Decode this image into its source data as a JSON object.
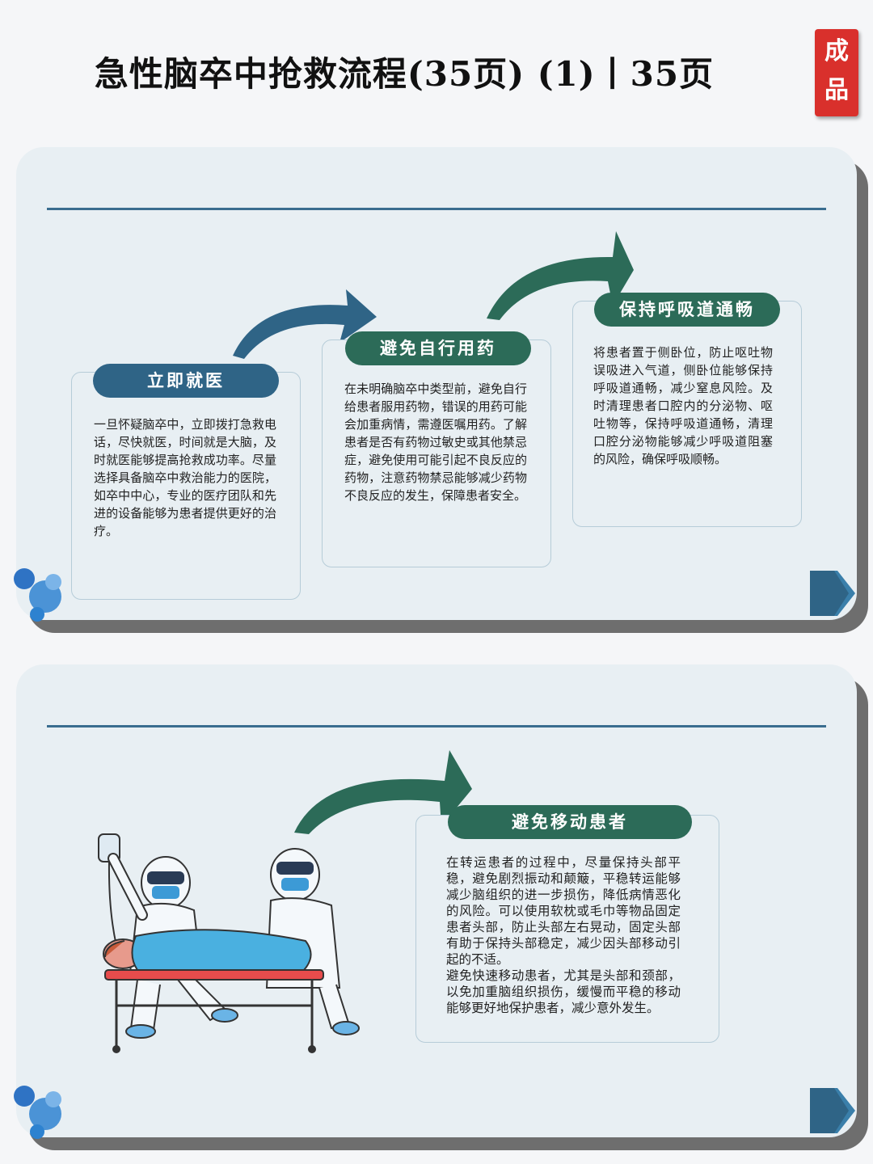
{
  "header": {
    "title": "急性脑卒中抢救流程(35页) (1)丨35页",
    "badge_top": "成",
    "badge_bottom": "品"
  },
  "slide1": {
    "steps": [
      {
        "title": "立即就医",
        "body": "一旦怀疑脑卒中，立即拨打急救电话，尽快就医，时间就是大脑，及时就医能够提高抢救成功率。尽量选择具备脑卒中救治能力的医院，如卒中中心，专业的医疗团队和先进的设备能够为患者提供更好的治疗。"
      },
      {
        "title": "避免自行用药",
        "body": "在未明确脑卒中类型前，避免自行给患者服用药物，错误的用药可能会加重病情，需遵医嘱用药。了解患者是否有药物过敏史或其他禁忌症，避免使用可能引起不良反应的药物，注意药物禁忌能够减少药物不良反应的发生，保障患者安全。"
      },
      {
        "title": "保持呼吸道通畅",
        "body": "将患者置于侧卧位，防止呕吐物误吸进入气道，侧卧位能够保持呼吸道通畅，减少窒息风险。及时清理患者口腔内的分泌物、呕吐物等，保持呼吸道通畅，清理口腔分泌物能够减少呼吸道阻塞的风险，确保呼吸顺畅。"
      }
    ]
  },
  "slide2": {
    "step": {
      "title": "避免移动患者",
      "body": "在转运患者的过程中，尽量保持头部平稳，避免剧烈振动和颠簸，平稳转运能够减少脑组织的进一步损伤，降低病情恶化的风险。可以使用软枕或毛巾等物品固定患者头部，防止头部左右晃动，固定头部有助于保持头部稳定，减少因头部移动引起的不适。\n避免快速移动患者，尤其是头部和颈部，以免加重脑组织损伤，缓慢而平稳的移动能够更好地保护患者，减少意外发生。"
    }
  },
  "colors": {
    "blue": "#2f6486",
    "green": "#2c6b58",
    "badge_red": "#d9302c",
    "slide_bg": "#e8eff3"
  }
}
